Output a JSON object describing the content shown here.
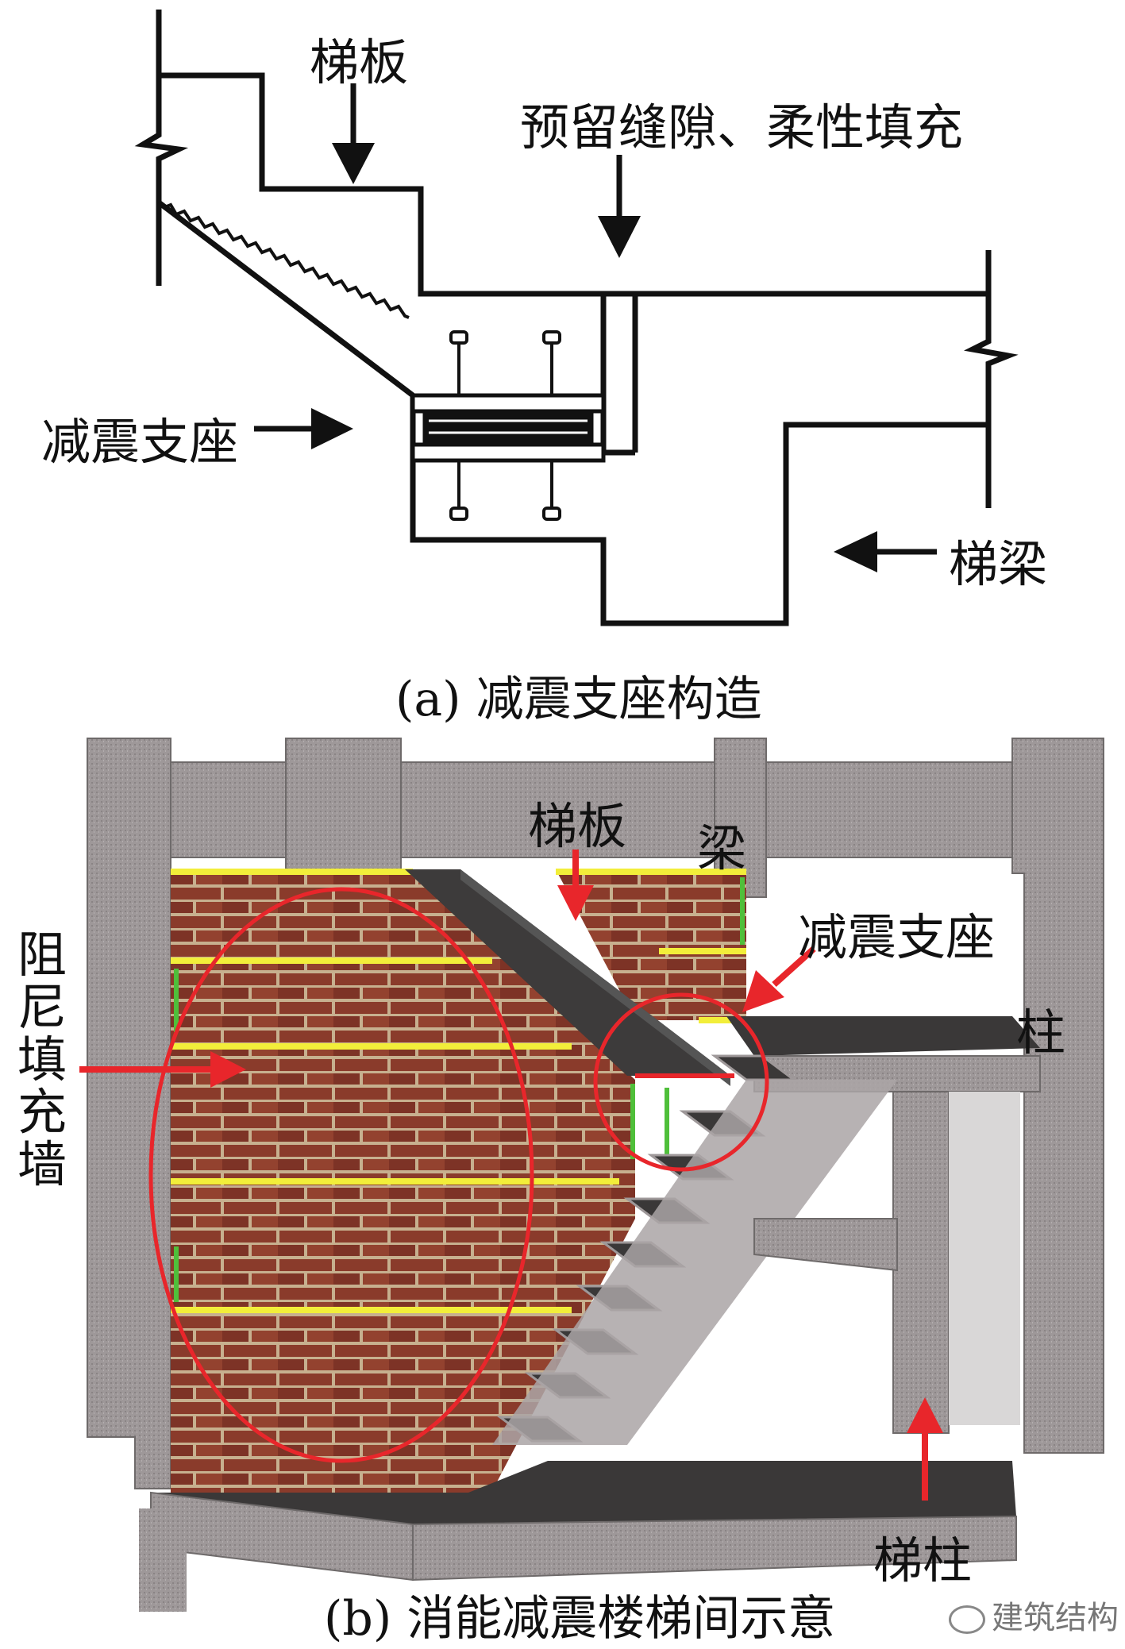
{
  "panel_a": {
    "labels": {
      "stair_slab": "梯板",
      "reserved_gap": "预留缝隙、柔性填充",
      "seismic_bearing": "减震支座",
      "stair_beam": "梯梁"
    },
    "caption_prefix": "(a)",
    "caption_text": "减震支座构造"
  },
  "panel_b": {
    "labels": {
      "stair_slab": "梯板",
      "beam": "梁",
      "seismic_bearing": "减震支座",
      "damping_infill_wall": "阻尼填充墙",
      "column": "柱",
      "stair_column": "梯柱"
    },
    "caption_prefix": "(b)",
    "caption_text": "消能减震楼梯间示意"
  },
  "watermark": "建筑结构",
  "colors": {
    "line": "#111111",
    "arrow_red": "#e8262b",
    "concrete": "#9a9596",
    "brick": "#8a3b2b",
    "yellow_strip": "#f2ee3a",
    "green_strip": "#4fbf3a"
  }
}
